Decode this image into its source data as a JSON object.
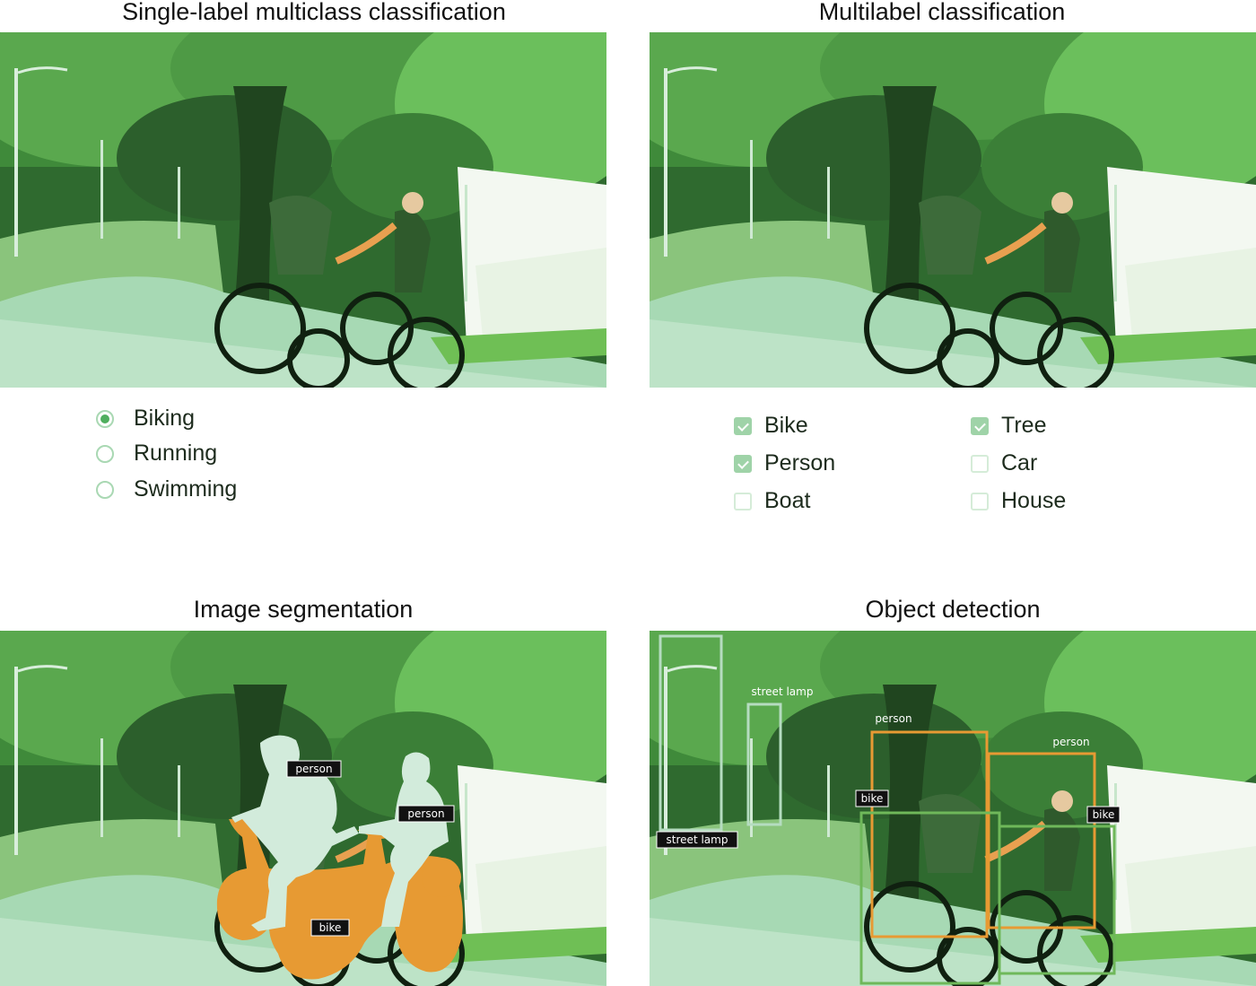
{
  "panels": {
    "single_label": {
      "title": "Single-label multiclass classification",
      "options": [
        {
          "label": "Biking",
          "selected": true
        },
        {
          "label": "Running",
          "selected": false
        },
        {
          "label": "Swimming",
          "selected": false
        }
      ]
    },
    "multilabel": {
      "title": "Multilabel classification",
      "options": [
        {
          "label": "Bike",
          "checked": true
        },
        {
          "label": "Person",
          "checked": true
        },
        {
          "label": "Boat",
          "checked": false
        },
        {
          "label": "Tree",
          "checked": true
        },
        {
          "label": "Car",
          "checked": false
        },
        {
          "label": "House",
          "checked": false
        }
      ]
    },
    "segmentation": {
      "title": "Image segmentation",
      "labels": {
        "person_1": "person",
        "person_2": "person",
        "bike": "bike"
      }
    },
    "detection": {
      "title": "Object detection",
      "labels": {
        "street_lamp_1": "street lamp",
        "street_lamp_2": "street lamp",
        "person_1": "person",
        "person_2": "person",
        "bike_1": "bike",
        "bike_2": "bike"
      }
    }
  },
  "colors": {
    "accent_green": "#4fae5e",
    "segment_orange": "#e79a33",
    "segment_person": "#d2ebdb",
    "box_green": "#6fb85a",
    "box_orange": "#e79a33",
    "box_pale": "#b5dcc0"
  }
}
